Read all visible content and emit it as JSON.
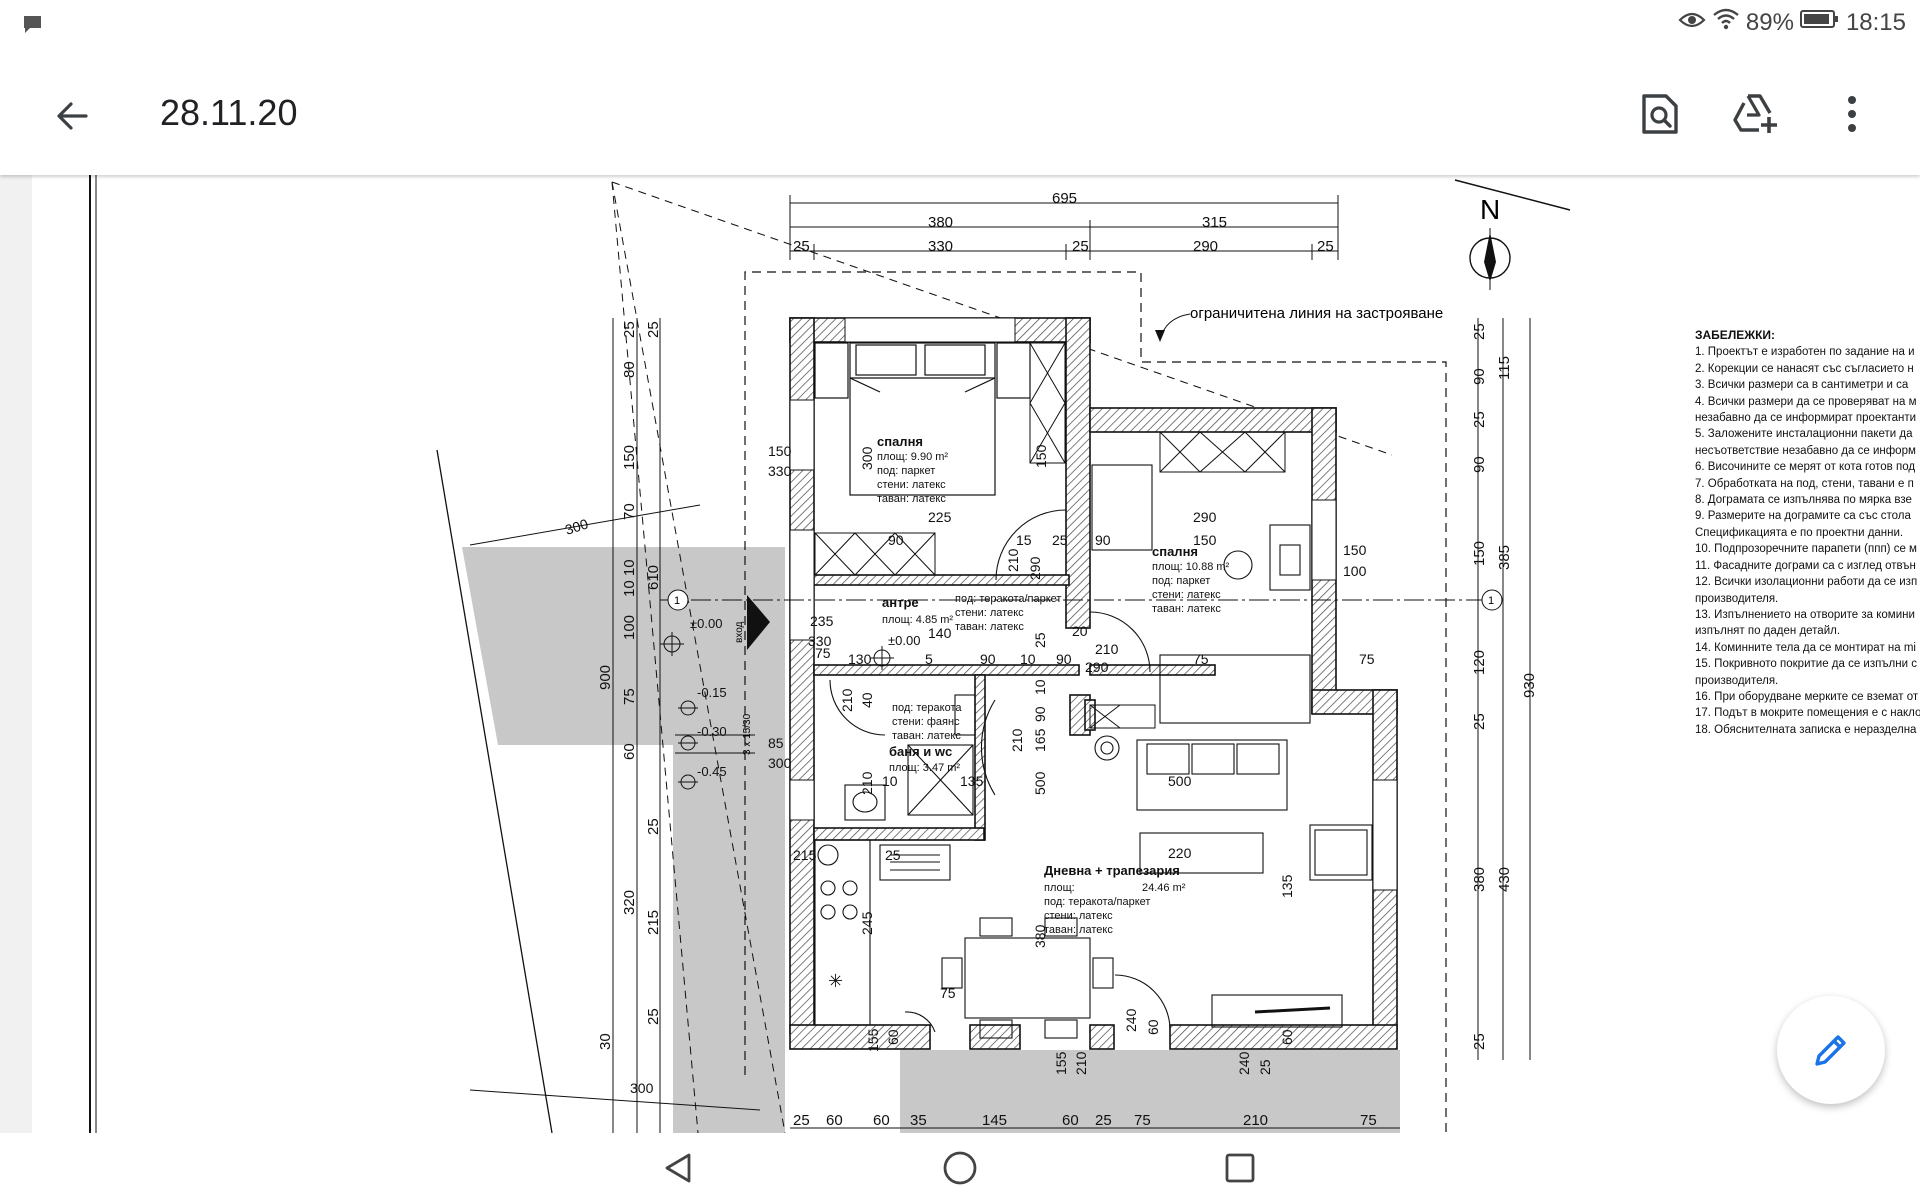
{
  "status_bar": {
    "battery": "89%",
    "time": "18:15",
    "icons": [
      "notification-icon",
      "eye-icon",
      "wifi-icon",
      "battery-icon"
    ]
  },
  "app_bar": {
    "title": "28.11.20",
    "icons": [
      "back-arrow-icon",
      "find-in-page-icon",
      "add-to-drive-icon",
      "more-vert-icon"
    ]
  },
  "fab": {
    "icon": "edit-pencil-icon",
    "color": "#1a73e8"
  },
  "nav_bar": {
    "icons": [
      "back-triangle-icon",
      "home-circle-icon",
      "recents-square-icon"
    ]
  },
  "drawing": {
    "north": "N",
    "building_line_label": "ограничитена линия на застрояване",
    "rooms": {
      "bedroom1": {
        "name": "спалня",
        "area": "площ: 9.90 m²",
        "floor": "под: паркет",
        "walls": "стени: латекс",
        "ceiling": "таван: латекс"
      },
      "bedroom2": {
        "name": "спалня",
        "area": "площ: 10.88 m²",
        "floor": "под: паркет",
        "walls": "стени: латекс",
        "ceiling": "таван: латекс"
      },
      "hall": {
        "name": "антре",
        "area": "площ: 4.85 m²",
        "floor": "под: теракота/паркет",
        "walls": "стени: латекс",
        "ceiling": "таван: латекс"
      },
      "bath": {
        "name": "баня и wc",
        "area": "площ: 3.47 m²",
        "floor": "под: теракота",
        "walls": "стени: фаянс",
        "ceiling": "таван: латекс"
      },
      "living": {
        "name": "Дневна + трапезария",
        "area_label": "площ:",
        "area_value": "24.46 m²",
        "floor": "под: теракота/паркет",
        "walls": "стени: латекс",
        "ceiling": "таван: латекс"
      }
    },
    "levels": [
      "±0.00",
      "±0.00",
      "-0.15",
      "-0.30",
      "-0.45"
    ],
    "entrance": "вход",
    "axis_marker": "1",
    "stair_label": "3 x 15/30",
    "top_dims": {
      "overall": "695",
      "row2": [
        "380",
        "315"
      ],
      "row3": [
        "25",
        "330",
        "25",
        "290",
        "25"
      ]
    },
    "bottom_dims": [
      "25",
      "60",
      "60",
      "35",
      "145",
      "60",
      "25",
      "75",
      "210",
      "75"
    ],
    "left_dims": [
      "25",
      "25",
      "80",
      "150",
      "70",
      "10 10",
      "100",
      "75",
      "60",
      "25",
      "320",
      "25",
      "30",
      "610",
      "900",
      "215"
    ],
    "right_dims": [
      "25",
      "90",
      "115",
      "25",
      "90",
      "150",
      "385",
      "120",
      "25",
      "380",
      "430",
      "25",
      "930"
    ],
    "interior_dims": [
      "300",
      "300",
      "150",
      "150",
      "330",
      "225",
      "90",
      "15",
      "25",
      "90",
      "210",
      "290",
      "290",
      "150",
      "150",
      "100",
      "235",
      "330",
      "140",
      "25",
      "20",
      "75",
      "130",
      "5",
      "90",
      "10",
      "90",
      "210",
      "290",
      "75",
      "75",
      "210",
      "40",
      "10",
      "90",
      "210",
      "165",
      "210",
      "10",
      "135",
      "500",
      "500",
      "220",
      "25",
      "215",
      "245",
      "380",
      "135",
      "75",
      "240",
      "60",
      "155",
      "60",
      "155",
      "210",
      "240",
      "25",
      "60",
      "85",
      "300",
      "300"
    ]
  },
  "notes": {
    "title": "ЗАБЕЛЕЖКИ:",
    "items": [
      "1.   Проектът е изработен по задание на и",
      "2.   Корекции се нанасят със съгласието н",
      "3.   Всички размери са в сантиметри и са",
      "4.   Всички размери да се проверяват на м",
      "незабавно да се информират проектанти",
      "5.   Заложените инсталационни пакети да",
      "несъответствие незабавно да се информ",
      "6.   Височините се мерят от кота готов под",
      "7.   Обработката на под, стени, тавани е п",
      "8.   Дограмата се изпълнява по мярка взе",
      "9.   Размерите на дограмите са със столa",
      "Спецификацията е по проектни данни.",
      "10. Подпрозоречните парапети (ппп) се м",
      "11. Фасадните дограми са с изглед отвън",
      "12. Всички изолационни работи да се изп",
      "производителя.",
      "13. Изпълнението на отворите за комини",
      "изпълнят по даден детайл.",
      "14. Коминните тела да се монтират на mi",
      "15. Покривното покритие да се изпълни с",
      "производителя.",
      "16. При оборудване мерките се вземат от",
      "17. Подът в мокрите помещения е с накло",
      "18. Обяснителната записка е неразделна"
    ]
  }
}
